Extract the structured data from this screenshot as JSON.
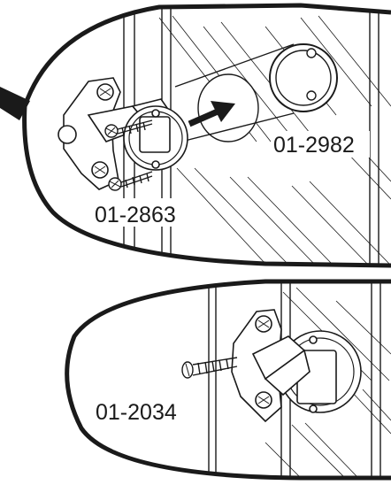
{
  "labels": {
    "upper_adapter_plate": "01-2982",
    "upper_hinge": "01-2863",
    "lower_hinge": "01-2034"
  },
  "colors": {
    "line": "#1a1a1a",
    "background": "#ffffff",
    "arrow": "#1a1a1a"
  }
}
